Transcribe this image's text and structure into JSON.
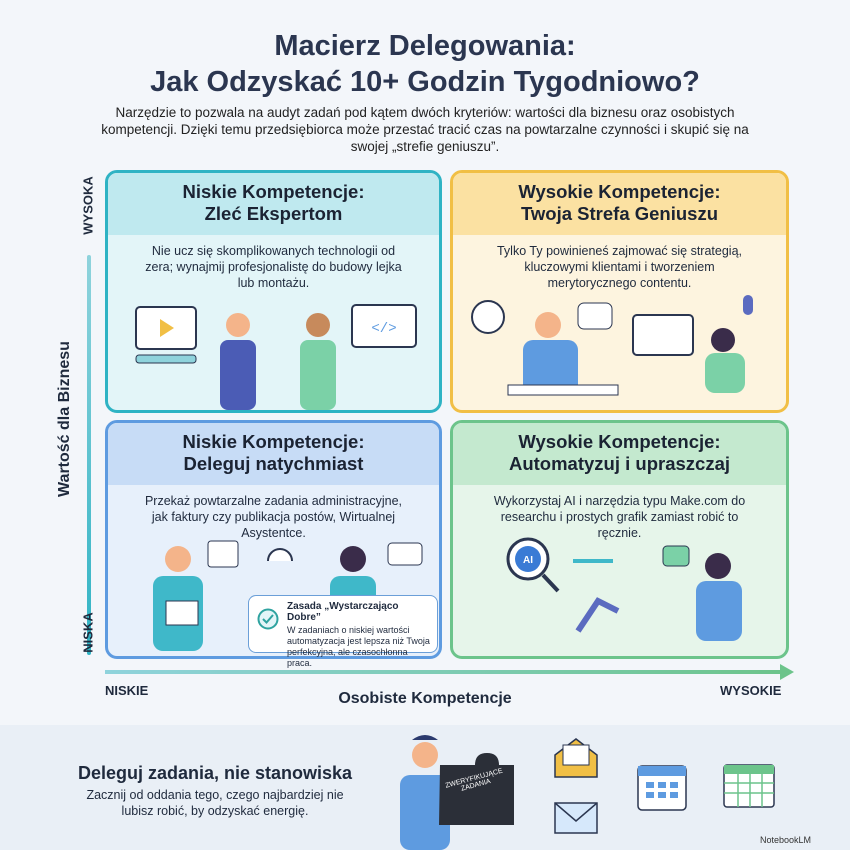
{
  "header": {
    "title_line1": "Macierz Delegowania:",
    "title_line2": "Jak Odzyskać 10+ Godzin Tygodniowo?",
    "description": "Narzędzie to pozwala na audyt zadań pod kątem dwóch kryteriów: wartości dla biznesu oraz osobistych kompetencji. Dzięki temu przedsiębiorca może przestać tracić czas na powtarzalne czynności i skupić się na swojej „strefie geniuszu”."
  },
  "axes": {
    "y_label": "Wartość dla Biznesu",
    "y_high": "WYSOKA",
    "y_low": "NISKA",
    "x_label": "Osobiste Kompetencje",
    "x_low": "NISKIE",
    "x_high": "WYSOKIE"
  },
  "quadrants": {
    "top_left": {
      "title_line1": "Niskie Kompetencje:",
      "title_line2": "Zleć Ekspertom",
      "text": "Nie ucz się skomplikowanych technologii od zera; wynajmij profesjonalistę do budowy lejka lub montażu.",
      "color": "#2fb3c4"
    },
    "top_right": {
      "title_line1": "Wysokie Kompetencje:",
      "title_line2": "Twoja Strefa Geniuszu",
      "text": "Tylko Ty powinieneś zajmować się strategią, kluczowymi klientami i tworzeniem merytorycznego contentu.",
      "color": "#f1bf45"
    },
    "bottom_left": {
      "title_line1": "Niskie Kompetencje:",
      "title_line2": "Deleguj natychmiast",
      "text": "Przekaż powtarzalne zadania administracyjne, jak faktury czy publikacja postów, Wirtualnej Asystentce.",
      "color": "#5e9be0",
      "rule": {
        "title": "Zasada „Wystarczająco Dobre”",
        "text": "W zadaniach o niskiej wartości automatyzacja jest lepsza niż Twoja perfekcyjna, ale czasochłonna praca."
      }
    },
    "bottom_right": {
      "title_line1": "Wysokie Kompetencje:",
      "title_line2": "Automatyzuj i upraszczaj",
      "text": "Wykorzystaj AI i narzędzia typu Make.com do researchu i prostych grafik zamiast robić to ręcznie.",
      "color": "#6cc48b",
      "ai_badge": "AI"
    }
  },
  "footer": {
    "title": "Deleguj zadania, nie stanowiska",
    "text": "Zacznij od oddania tego, czego najbardziej nie lubisz robić, by odzyskać energię.",
    "puzzle_label": "ZWERYFIKUJĄCE ZADANIA",
    "watermark": "NotebookLM"
  }
}
